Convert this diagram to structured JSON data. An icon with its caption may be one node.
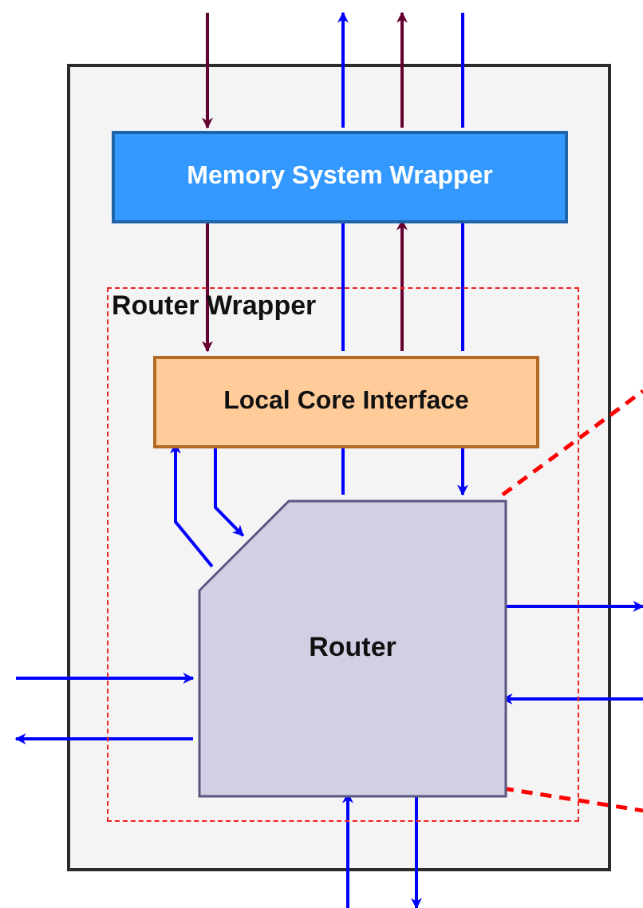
{
  "diagram": {
    "nodes": [
      {
        "text": [],
        "shape": "box"
      },
      {
        "text": [
          "Memory System Wrapper"
        ],
        "in": 0
      },
      {
        "text": [
          "Router Wrapper"
        ],
        "in": 0
      },
      {
        "text": [
          "Local Core Interface"
        ],
        "in": 2
      },
      {
        "text": [
          "Router"
        ],
        "in": 2
      }
    ],
    "edges": [
      {
        "from": null,
        "to": 1,
        "arrow": "to",
        "color": "#660033"
      },
      {
        "from": 1,
        "to": 3,
        "arrow": "to",
        "color": "#660033"
      },
      {
        "from": 3,
        "to": 1,
        "arrow": "to",
        "color": "#660033"
      },
      {
        "from": 1,
        "to": null,
        "arrow": "to",
        "color": "#660033"
      },
      {
        "from": 4,
        "to": 3,
        "arrow": "none"
      },
      {
        "from": 3,
        "to": 1,
        "arrow": "none"
      },
      {
        "from": 1,
        "to": null,
        "arrow": "to"
      },
      {
        "from": null,
        "to": 1,
        "arrow": "none"
      },
      {
        "from": 1,
        "to": 3,
        "arrow": "none"
      },
      {
        "from": 3,
        "to": 4,
        "arrow": "to"
      },
      {
        "from": 4,
        "to": 3,
        "arrow": "to"
      },
      {
        "from": 3,
        "to": 4,
        "arrow": "to"
      },
      {
        "from": null,
        "to": 4,
        "arrow": "to"
      },
      {
        "from": 4,
        "to": null,
        "arrow": "to"
      },
      {
        "from": 4,
        "to": null,
        "arrow": "to"
      },
      {
        "from": null,
        "to": 4,
        "arrow": "to"
      },
      {
        "from": null,
        "to": 4,
        "arrow": "to"
      },
      {
        "from": 4,
        "to": null,
        "arrow": "to"
      },
      {
        "from": 4,
        "to": null,
        "arrow": "none",
        "style": "dashed",
        "color": "#ff0000"
      },
      {
        "from": 4,
        "to": null,
        "arrow": "none",
        "style": "dashed",
        "color": "#ff0000"
      }
    ]
  }
}
